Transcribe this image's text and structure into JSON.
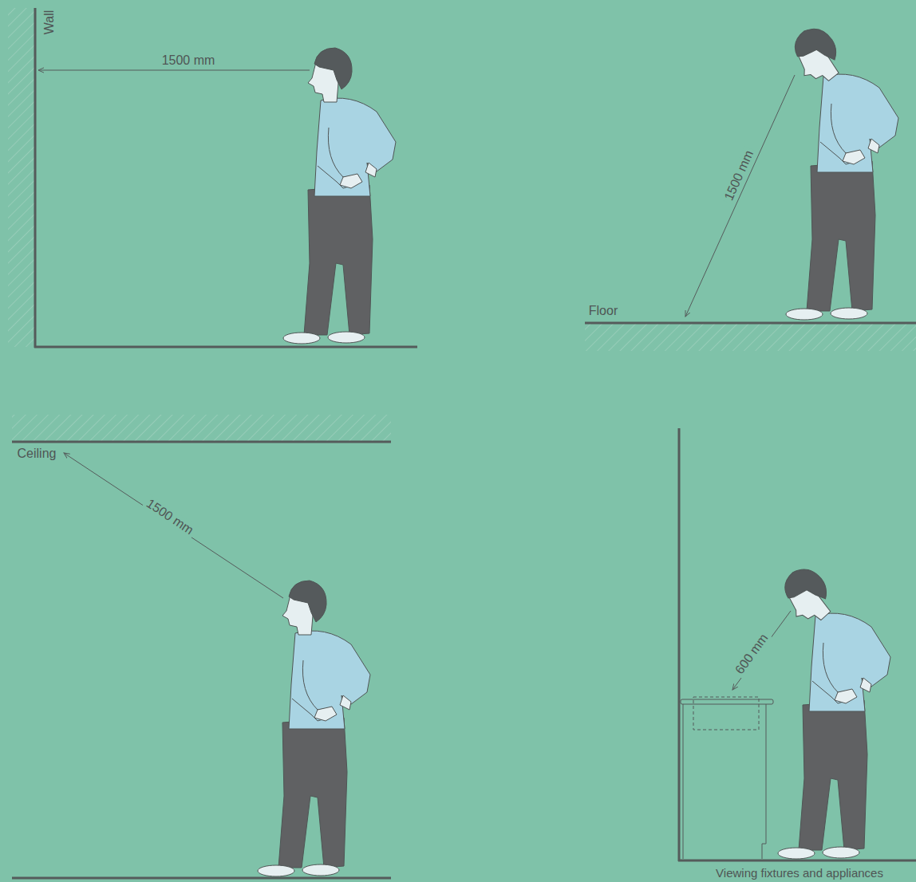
{
  "diagram": {
    "labels": [
      "Wall",
      "1500 mm",
      "1500 mm",
      "Floor",
      "Ceiling",
      "1500 mm",
      "600 mm",
      "Viewing fixtures and appliances"
    ]
  }
}
